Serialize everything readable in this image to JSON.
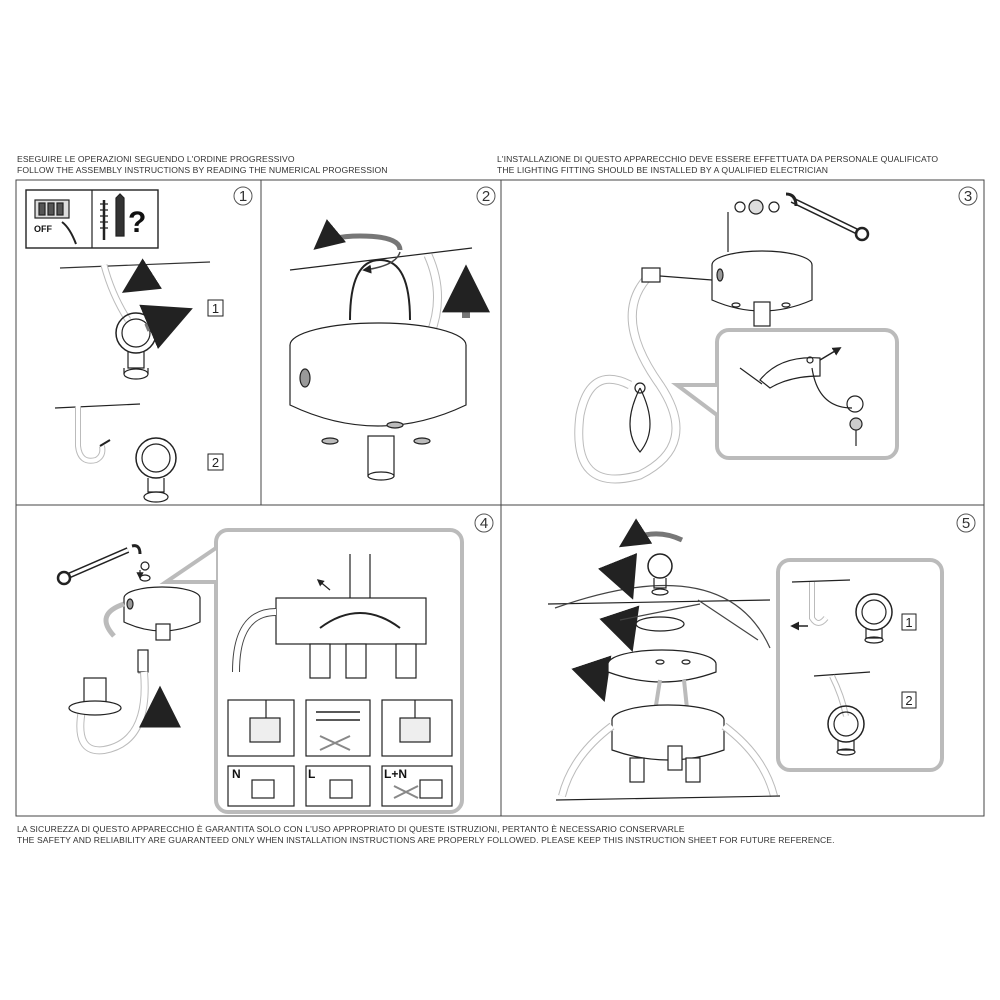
{
  "header": {
    "left_it": "ESEGUIRE LE OPERAZIONI SEGUENDO L'ORDINE PROGRESSIVO",
    "left_en": "FOLLOW THE ASSEMBLY INSTRUCTIONS BY READING THE NUMERICAL PROGRESSION",
    "right_it": "L'INSTALLAZIONE DI QUESTO APPARECCHIO DEVE ESSERE EFFETTUATA DA PERSONALE QUALIFICATO",
    "right_en": "THE LIGHTING FITTING SHOULD BE INSTALLED BY A QUALIFIED ELECTRICIAN"
  },
  "footer": {
    "it": "LA SICUREZZA DI QUESTO APPARECCHIO È GARANTITA SOLO CON L'USO APPROPRIATO DI QUESTE ISTRUZIONI, PERTANTO È NECESSARIO CONSERVARLE",
    "en": "THE SAFETY AND RELIABILITY ARE GUARANTEED ONLY WHEN INSTALLATION INSTRUCTIONS ARE PROPERLY FOLLOWED. PLEASE KEEP THIS INSTRUCTION SHEET FOR FUTURE REFERENCE."
  },
  "steps": {
    "s1": "1",
    "s2": "2",
    "s3": "3",
    "s4": "4",
    "s5": "5"
  },
  "step1": {
    "switch_label": "OFF",
    "question": "?",
    "sub1": "1",
    "sub2": "2"
  },
  "step4": {
    "wire_n": "N",
    "wire_l": "L",
    "wire_ln": "L+N"
  },
  "step5": {
    "sub1": "1",
    "sub2": "2"
  }
}
